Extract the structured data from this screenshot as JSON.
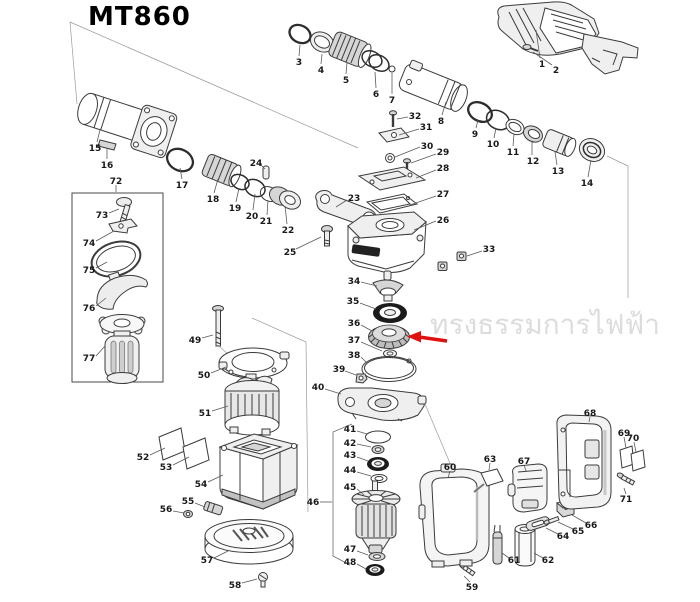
{
  "title": "MT860",
  "watermark": "ทรงธรรมการไฟฟ้า",
  "annotation": {
    "arrow_color": "#e01010"
  },
  "parts": [
    {
      "n": "1",
      "l": [
        542,
        64
      ],
      "d": [
        540,
        58,
        536,
        30
      ]
    },
    {
      "n": "2",
      "l": [
        556,
        70
      ],
      "d": [
        552,
        65,
        533,
        52
      ]
    },
    {
      "n": "3",
      "l": [
        299,
        62
      ],
      "d": [
        299,
        56,
        300,
        45
      ]
    },
    {
      "n": "4",
      "l": [
        321,
        70
      ],
      "d": [
        321,
        64,
        322,
        54
      ]
    },
    {
      "n": "5",
      "l": [
        346,
        80
      ],
      "d": [
        346,
        74,
        347,
        62
      ]
    },
    {
      "n": "6",
      "l": [
        376,
        94
      ],
      "d": [
        376,
        88,
        375,
        72
      ]
    },
    {
      "n": "7",
      "l": [
        392,
        100
      ],
      "d": [
        392,
        94,
        392,
        73
      ]
    },
    {
      "n": "8",
      "l": [
        441,
        121
      ],
      "d": [
        442,
        115,
        446,
        102
      ]
    },
    {
      "n": "9",
      "l": [
        475,
        134
      ],
      "d": [
        476,
        128,
        478,
        120
      ]
    },
    {
      "n": "10",
      "l": [
        493,
        144
      ],
      "d": [
        494,
        138,
        496,
        128
      ]
    },
    {
      "n": "11",
      "l": [
        513,
        152
      ],
      "d": [
        513,
        146,
        514,
        134
      ]
    },
    {
      "n": "12",
      "l": [
        533,
        161
      ],
      "d": [
        532,
        155,
        532,
        142
      ]
    },
    {
      "n": "13",
      "l": [
        558,
        171
      ],
      "d": [
        557,
        165,
        555,
        152
      ]
    },
    {
      "n": "14",
      "l": [
        587,
        183
      ],
      "d": [
        588,
        177,
        591,
        160
      ]
    },
    {
      "n": "15",
      "l": [
        95,
        148
      ],
      "d": [
        97,
        142,
        100,
        130
      ]
    },
    {
      "n": "16",
      "l": [
        107,
        165
      ],
      "d": [
        107,
        159,
        107,
        149
      ]
    },
    {
      "n": "17",
      "l": [
        182,
        185
      ],
      "d": [
        182,
        179,
        180,
        168
      ]
    },
    {
      "n": "18",
      "l": [
        213,
        199
      ],
      "d": [
        214,
        193,
        218,
        179
      ]
    },
    {
      "n": "19",
      "l": [
        235,
        208
      ],
      "d": [
        236,
        202,
        239,
        188
      ]
    },
    {
      "n": "20",
      "l": [
        252,
        216
      ],
      "d": [
        253,
        210,
        255,
        194
      ]
    },
    {
      "n": "21",
      "l": [
        266,
        221
      ],
      "d": [
        267,
        215,
        268,
        200
      ]
    },
    {
      "n": "22",
      "l": [
        288,
        230
      ],
      "d": [
        287,
        224,
        285,
        206
      ]
    },
    {
      "n": "23",
      "l": [
        354,
        198
      ],
      "d": [
        347,
        200,
        336,
        207
      ]
    },
    {
      "n": "24",
      "l": [
        256,
        163
      ],
      "d": [
        261,
        165,
        265,
        169
      ]
    },
    {
      "n": "25",
      "l": [
        290,
        252
      ],
      "d": [
        296,
        249,
        321,
        237
      ]
    },
    {
      "n": "26",
      "l": [
        443,
        220
      ],
      "d": [
        436,
        221,
        414,
        230
      ]
    },
    {
      "n": "27",
      "l": [
        443,
        194
      ],
      "d": [
        436,
        196,
        410,
        205
      ]
    },
    {
      "n": "28",
      "l": [
        443,
        168
      ],
      "d": [
        436,
        170,
        416,
        178
      ]
    },
    {
      "n": "29",
      "l": [
        443,
        152
      ],
      "d": [
        436,
        154,
        411,
        163
      ]
    },
    {
      "n": "30",
      "l": [
        427,
        146
      ],
      "d": [
        420,
        147,
        395,
        157
      ]
    },
    {
      "n": "31",
      "l": [
        426,
        127
      ],
      "d": [
        419,
        129,
        399,
        135
      ]
    },
    {
      "n": "32",
      "l": [
        415,
        116
      ],
      "d": [
        408,
        117,
        397,
        119
      ]
    },
    {
      "n": "33",
      "l": [
        489,
        249
      ],
      "d": [
        482,
        251,
        467,
        256
      ]
    },
    {
      "n": "34",
      "l": [
        354,
        281
      ],
      "d": [
        361,
        282,
        377,
        286
      ]
    },
    {
      "n": "35",
      "l": [
        353,
        301
      ],
      "d": [
        360,
        303,
        376,
        309
      ]
    },
    {
      "n": "36",
      "l": [
        354,
        323
      ],
      "d": [
        361,
        325,
        372,
        331
      ]
    },
    {
      "n": "37",
      "l": [
        354,
        340
      ],
      "d": [
        361,
        342,
        382,
        351
      ]
    },
    {
      "n": "38",
      "l": [
        354,
        355
      ],
      "d": [
        361,
        357,
        366,
        362
      ]
    },
    {
      "n": "39",
      "l": [
        339,
        369
      ],
      "d": [
        345,
        371,
        356,
        375
      ]
    },
    {
      "n": "40",
      "l": [
        318,
        387
      ],
      "d": [
        325,
        389,
        341,
        394
      ]
    },
    {
      "n": "41",
      "l": [
        350,
        429
      ],
      "d": [
        357,
        431,
        367,
        434
      ]
    },
    {
      "n": "42",
      "l": [
        350,
        443
      ],
      "d": [
        357,
        444,
        371,
        447
      ]
    },
    {
      "n": "43",
      "l": [
        350,
        455
      ],
      "d": [
        357,
        457,
        368,
        461
      ]
    },
    {
      "n": "44",
      "l": [
        350,
        470
      ],
      "d": [
        357,
        472,
        371,
        476
      ]
    },
    {
      "n": "45",
      "l": [
        350,
        487
      ],
      "d": [
        357,
        489,
        364,
        495
      ]
    },
    {
      "n": "46",
      "l": [
        313,
        502
      ],
      "d": [
        320,
        502,
        332,
        502
      ]
    },
    {
      "n": "47",
      "l": [
        350,
        549
      ],
      "d": [
        357,
        551,
        368,
        555
      ]
    },
    {
      "n": "48",
      "l": [
        350,
        562
      ],
      "d": [
        357,
        564,
        366,
        569
      ]
    },
    {
      "n": "49",
      "l": [
        195,
        340
      ],
      "d": [
        202,
        338,
        213,
        335
      ]
    },
    {
      "n": "50",
      "l": [
        204,
        375
      ],
      "d": [
        211,
        373,
        226,
        367
      ]
    },
    {
      "n": "51",
      "l": [
        205,
        413
      ],
      "d": [
        212,
        411,
        228,
        406
      ]
    },
    {
      "n": "52",
      "l": [
        143,
        457
      ],
      "d": [
        150,
        455,
        165,
        448
      ]
    },
    {
      "n": "53",
      "l": [
        166,
        467
      ],
      "d": [
        173,
        465,
        189,
        457
      ]
    },
    {
      "n": "54",
      "l": [
        201,
        484
      ],
      "d": [
        208,
        482,
        223,
        475
      ]
    },
    {
      "n": "55",
      "l": [
        188,
        501
      ],
      "d": [
        195,
        503,
        205,
        507
      ]
    },
    {
      "n": "56",
      "l": [
        166,
        509
      ],
      "d": [
        173,
        511,
        184,
        513
      ]
    },
    {
      "n": "57",
      "l": [
        207,
        560
      ],
      "d": [
        214,
        558,
        228,
        551
      ]
    },
    {
      "n": "58",
      "l": [
        235,
        585
      ],
      "d": [
        242,
        583,
        257,
        579
      ]
    },
    {
      "n": "59",
      "l": [
        472,
        587
      ],
      "d": [
        470,
        582,
        464,
        576
      ]
    },
    {
      "n": "60",
      "l": [
        450,
        467
      ],
      "d": [
        450,
        471,
        448,
        478
      ]
    },
    {
      "n": "61",
      "l": [
        514,
        560
      ],
      "d": [
        509,
        558,
        502,
        553
      ]
    },
    {
      "n": "62",
      "l": [
        548,
        560
      ],
      "d": [
        543,
        558,
        534,
        553
      ]
    },
    {
      "n": "63",
      "l": [
        490,
        459
      ],
      "d": [
        490,
        463,
        489,
        470
      ]
    },
    {
      "n": "64",
      "l": [
        563,
        536
      ],
      "d": [
        558,
        534,
        546,
        528
      ]
    },
    {
      "n": "65",
      "l": [
        578,
        531
      ],
      "d": [
        573,
        529,
        558,
        522
      ]
    },
    {
      "n": "66",
      "l": [
        591,
        525
      ],
      "d": [
        586,
        523,
        572,
        515
      ]
    },
    {
      "n": "67",
      "l": [
        524,
        461
      ],
      "d": [
        524,
        465,
        526,
        471
      ]
    },
    {
      "n": "68",
      "l": [
        590,
        413
      ],
      "d": [
        590,
        417,
        589,
        422
      ]
    },
    {
      "n": "69",
      "l": [
        624,
        433
      ],
      "d": [
        624,
        437,
        626,
        448
      ]
    },
    {
      "n": "70",
      "l": [
        633,
        438
      ],
      "d": [
        634,
        442,
        636,
        452
      ]
    },
    {
      "n": "71",
      "l": [
        626,
        499
      ],
      "d": [
        626,
        494,
        624,
        488
      ]
    },
    {
      "n": "72",
      "l": [
        116,
        181
      ],
      "d": [
        116,
        185,
        116,
        192
      ]
    },
    {
      "n": "73",
      "l": [
        102,
        215
      ],
      "d": [
        109,
        213,
        119,
        209
      ]
    },
    {
      "n": "74",
      "l": [
        89,
        243
      ],
      "d": [
        96,
        241,
        114,
        231
      ]
    },
    {
      "n": "75",
      "l": [
        89,
        270
      ],
      "d": [
        96,
        268,
        107,
        262
      ]
    },
    {
      "n": "76",
      "l": [
        89,
        308
      ],
      "d": [
        96,
        306,
        106,
        298
      ]
    },
    {
      "n": "77",
      "l": [
        89,
        358
      ],
      "d": [
        96,
        356,
        105,
        346
      ]
    }
  ]
}
